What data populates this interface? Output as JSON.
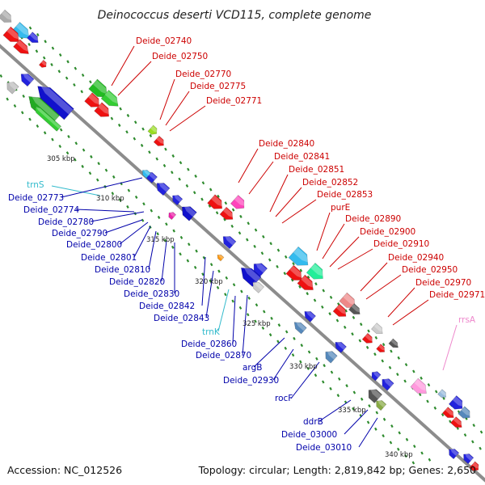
{
  "title": "Deinococcus deserti VCD115, complete genome",
  "footer": {
    "accession": "Accession: NC_012526",
    "topology": "Topology: circular; Length: 2,819,842 bp; Genes: 2,650"
  },
  "colors": {
    "backbone": "#8c8c8c",
    "tick": "#2e8b2e",
    "label_forward": "#cc0000",
    "label_reverse": "#0000aa",
    "label_trna": "#33bbcc",
    "label_rrna": "#ee88cc"
  },
  "scale_labels": [
    "305 kbp",
    "310 kbp",
    "315 kbp",
    "320 kbp",
    "325 kbp",
    "330 kbp",
    "335 kbp",
    "340 kbp"
  ],
  "upper_labels": [
    "Deide_02740",
    "Deide_02750",
    "Deide_02770",
    "Deide_02775",
    "Deide_02771",
    "Deide_02840",
    "Deide_02841",
    "Deide_02851",
    "Deide_02852",
    "Deide_02853",
    "purE",
    "Deide_02890",
    "Deide_02900",
    "Deide_02910",
    "Deide_02940",
    "Deide_02950",
    "Deide_02970",
    "Deide_02971",
    "rrsA"
  ],
  "lower_labels": [
    "trnS",
    "Deide_02773",
    "Deide_02774",
    "Deide_02780",
    "Deide_02790",
    "Deide_02800",
    "Deide_02801",
    "Deide_02810",
    "Deide_02820",
    "Deide_02830",
    "Deide_02842",
    "Deide_02843",
    "trnK",
    "Deide_02860",
    "Deide_02870",
    "argB",
    "Deide_02930",
    "rocF",
    "ddrB",
    "Deide_03000",
    "Deide_03010"
  ]
}
